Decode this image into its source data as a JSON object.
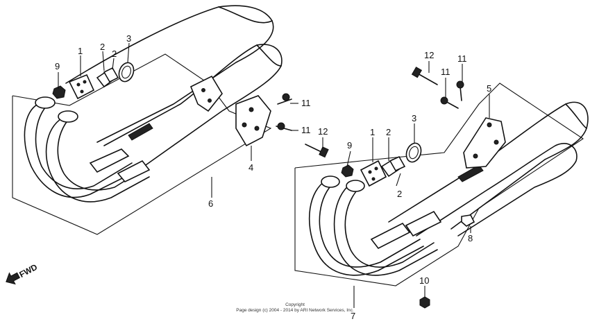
{
  "callouts": {
    "l_1": "1",
    "l_2a": "2",
    "l_2b": "2",
    "l_3": "3",
    "l_4": "4",
    "l_6": "6",
    "l_9": "9",
    "l_11a": "11",
    "l_11b": "11",
    "l_12": "12",
    "r_1": "1",
    "r_2a": "2",
    "r_2b": "2",
    "r_3": "3",
    "r_5": "5",
    "r_7": "7",
    "r_8": "8",
    "r_9": "9",
    "r_10": "10",
    "r_11a": "11",
    "r_11b": "11",
    "r_12": "12"
  },
  "direction_marker": "FWD",
  "copyright": {
    "line1": "Copyright",
    "line2": "Page design (c) 2004 - 2014 by ARI Network Services, Inc."
  }
}
